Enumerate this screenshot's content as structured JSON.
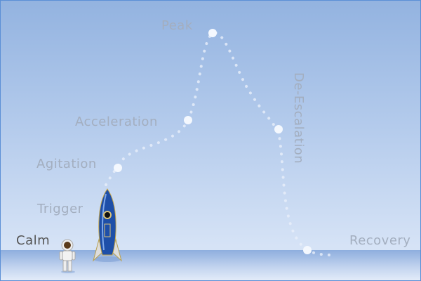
{
  "stages": {
    "calm": "Calm",
    "trigger": "Trigger",
    "agitation": "Agitation",
    "acceleration": "Acceleration",
    "peak": "Peak",
    "de_escalation": "De-Escalation",
    "recovery": "Recovery"
  },
  "colors": {
    "sky": "#93b3e0",
    "ground": "#8eaede",
    "label": "#a3aebf",
    "calm_label": "#555555",
    "dot": "#ffffff"
  },
  "icons": [
    "rocket-icon",
    "astronaut-icon"
  ]
}
